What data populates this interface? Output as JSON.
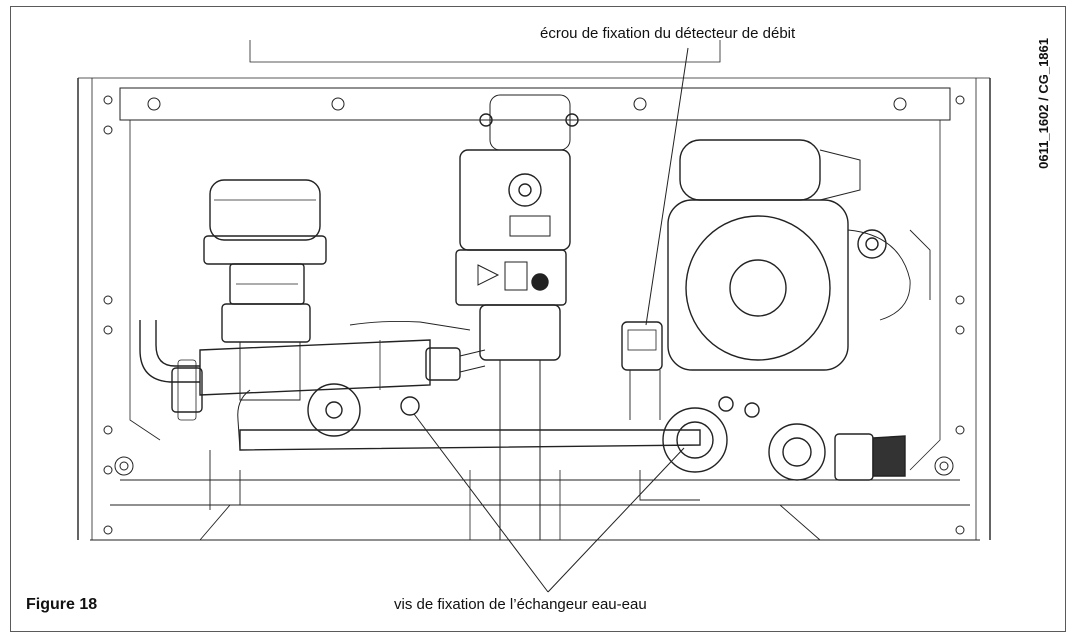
{
  "figure": {
    "label": "Figure 18",
    "reference": "0611_1602 / CG_1861"
  },
  "callouts": {
    "top": "écrou de fixation du détecteur de débit",
    "bottom": "vis de fixation de l’échangeur eau-eau"
  }
}
